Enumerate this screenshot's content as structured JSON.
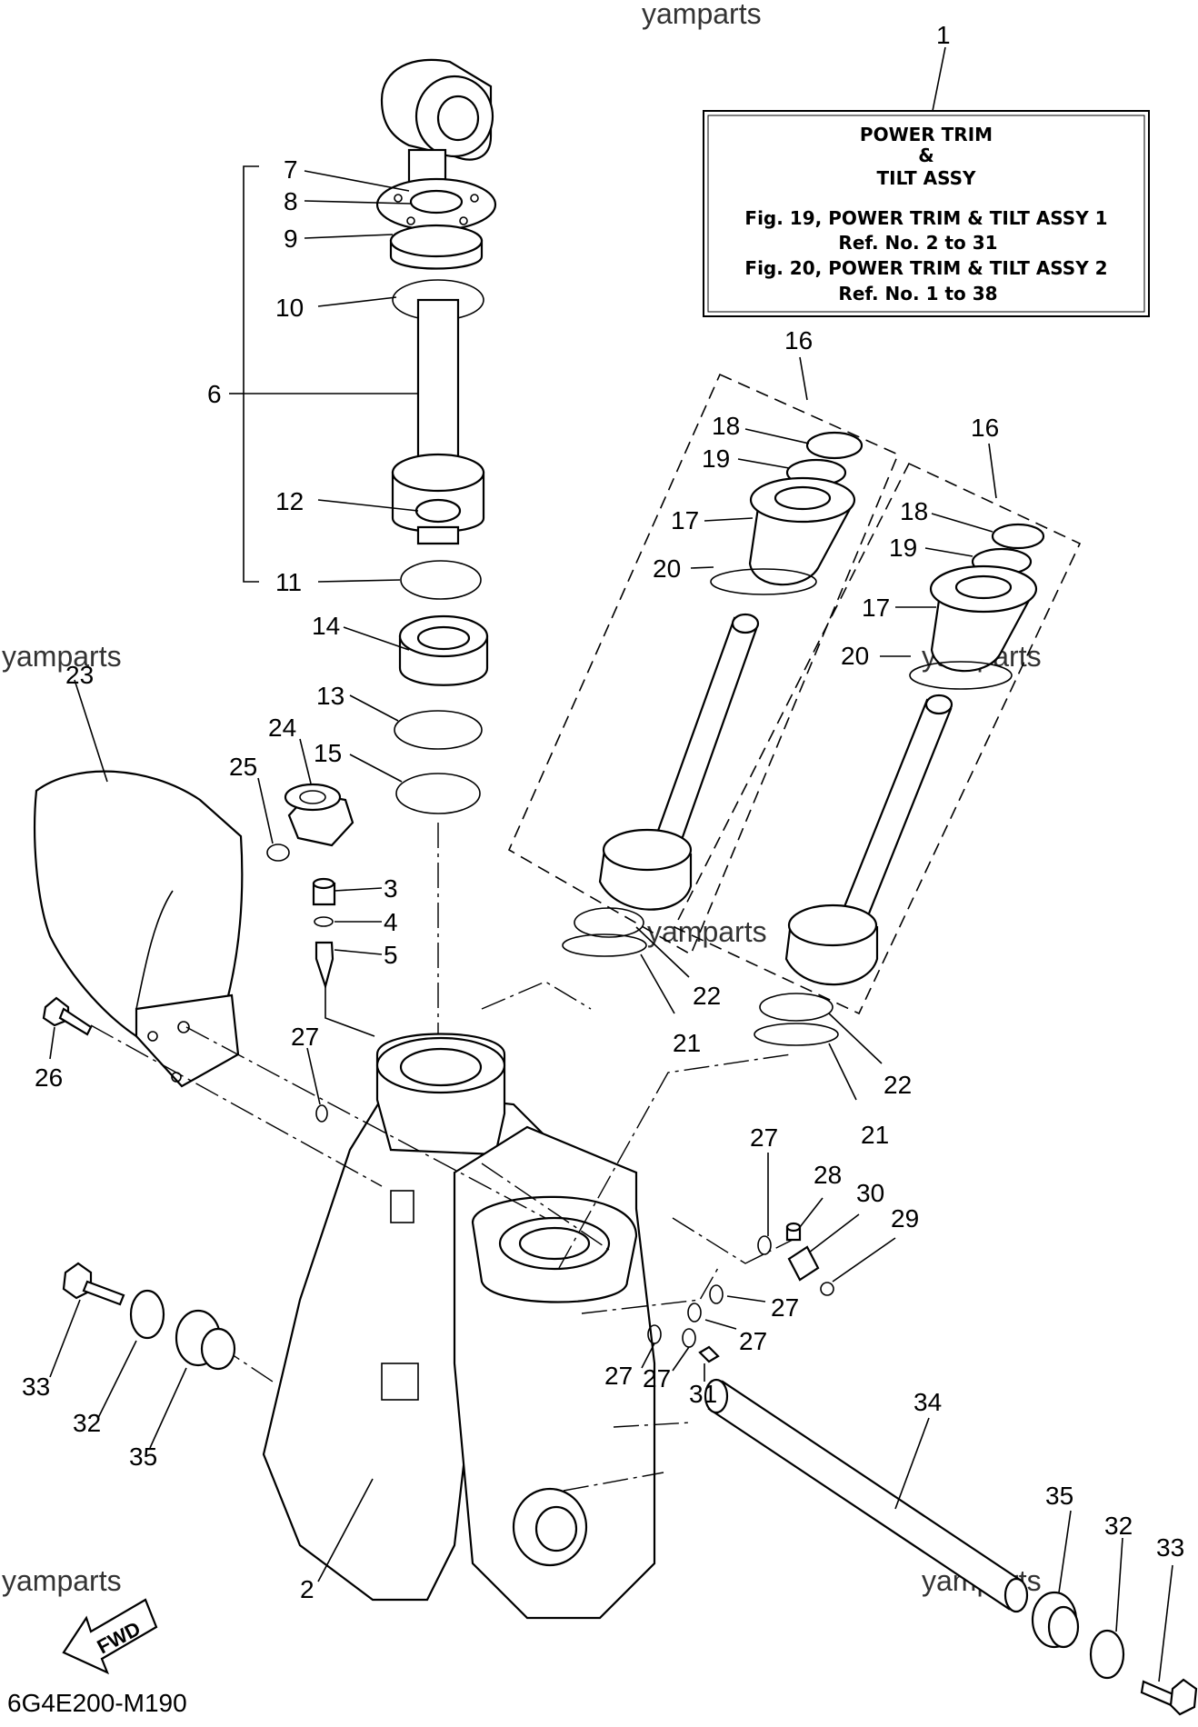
{
  "watermarks": [
    "yamparts",
    "yamparts",
    "yamparts",
    "yamparts",
    "yamparts"
  ],
  "info_box": {
    "ref_number": "1",
    "line1": "POWER TRIM",
    "line2": "&",
    "line3": "TILT ASSY",
    "line4": "Fig. 19, POWER TRIM & TILT ASSY 1",
    "line5": "Ref. No. 2 to 31",
    "line6": "Fig. 20, POWER TRIM & TILT ASSY 2",
    "line7": "Ref. No. 1 to 38"
  },
  "callouts": [
    {
      "id": "c7",
      "text": "7"
    },
    {
      "id": "c8",
      "text": "8"
    },
    {
      "id": "c9",
      "text": "9"
    },
    {
      "id": "c10",
      "text": "10"
    },
    {
      "id": "c6",
      "text": "6"
    },
    {
      "id": "c12",
      "text": "12"
    },
    {
      "id": "c11",
      "text": "11"
    },
    {
      "id": "c14",
      "text": "14"
    },
    {
      "id": "c13",
      "text": "13"
    },
    {
      "id": "c15",
      "text": "15"
    },
    {
      "id": "c24",
      "text": "24"
    },
    {
      "id": "c25",
      "text": "25"
    },
    {
      "id": "c23",
      "text": "23"
    },
    {
      "id": "c3",
      "text": "3"
    },
    {
      "id": "c4",
      "text": "4"
    },
    {
      "id": "c5",
      "text": "5"
    },
    {
      "id": "c26",
      "text": "26"
    },
    {
      "id": "c27a",
      "text": "27"
    },
    {
      "id": "c16a",
      "text": "16"
    },
    {
      "id": "c18a",
      "text": "18"
    },
    {
      "id": "c19a",
      "text": "19"
    },
    {
      "id": "c17a",
      "text": "17"
    },
    {
      "id": "c20a",
      "text": "20"
    },
    {
      "id": "c16b",
      "text": "16"
    },
    {
      "id": "c18b",
      "text": "18"
    },
    {
      "id": "c19b",
      "text": "19"
    },
    {
      "id": "c17b",
      "text": "17"
    },
    {
      "id": "c20b",
      "text": "20"
    },
    {
      "id": "c22a",
      "text": "22"
    },
    {
      "id": "c21a",
      "text": "21"
    },
    {
      "id": "c22b",
      "text": "22"
    },
    {
      "id": "c21b",
      "text": "21"
    },
    {
      "id": "c27b",
      "text": "27"
    },
    {
      "id": "c28",
      "text": "28"
    },
    {
      "id": "c30",
      "text": "30"
    },
    {
      "id": "c29",
      "text": "29"
    },
    {
      "id": "c27c",
      "text": "27"
    },
    {
      "id": "c27d",
      "text": "27"
    },
    {
      "id": "c27e",
      "text": "27"
    },
    {
      "id": "c27f",
      "text": "27"
    },
    {
      "id": "c31",
      "text": "31"
    },
    {
      "id": "c33a",
      "text": "33"
    },
    {
      "id": "c32a",
      "text": "32"
    },
    {
      "id": "c35a",
      "text": "35"
    },
    {
      "id": "c34",
      "text": "34"
    },
    {
      "id": "c35b",
      "text": "35"
    },
    {
      "id": "c32b",
      "text": "32"
    },
    {
      "id": "c33b",
      "text": "33"
    },
    {
      "id": "c2",
      "text": "2"
    }
  ],
  "fwd_label": "FWD",
  "diagram_code": "6G4E200-M190"
}
